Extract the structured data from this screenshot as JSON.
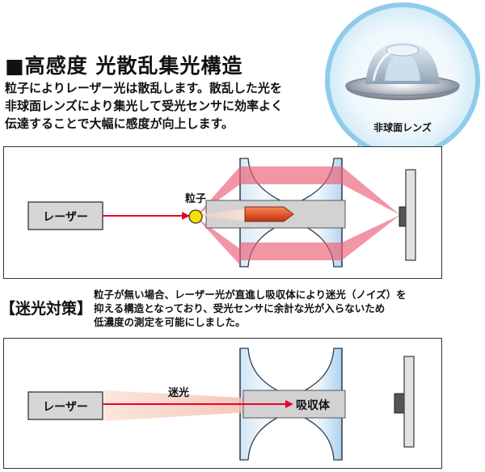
{
  "title": "■高感度 光散乱集光構造",
  "description": [
    "粒子によりレーザー光は散乱します。散乱した光を",
    "非球面レンズにより集光して受光センサに効率よく",
    "伝達することで大幅に感度が向上します。"
  ],
  "lens_callout": {
    "label": "非球面レンズ",
    "icon": "aspheric-lens-photo"
  },
  "diagram1": {
    "laser_label": "レーザー",
    "particle_label": "粒子"
  },
  "note": {
    "heading": "【迷光対策】",
    "body": [
      "粒子が無い場合、レーザー光が直進し吸収体により迷光（ノイズ）を",
      "抑える構造となっており、受光センサに余計な光が入らないため",
      "低濃度の測定を可能にしました。"
    ]
  },
  "diagram2": {
    "laser_label": "レーザー",
    "stray_light_label": "迷光",
    "absorber_label": "吸収体"
  },
  "colors": {
    "laser_red": "#e8002a",
    "scatter_pink": "#ee6c80",
    "lens_blue": "#b9d8f0",
    "bubble_blue": "#a9d5ef"
  }
}
